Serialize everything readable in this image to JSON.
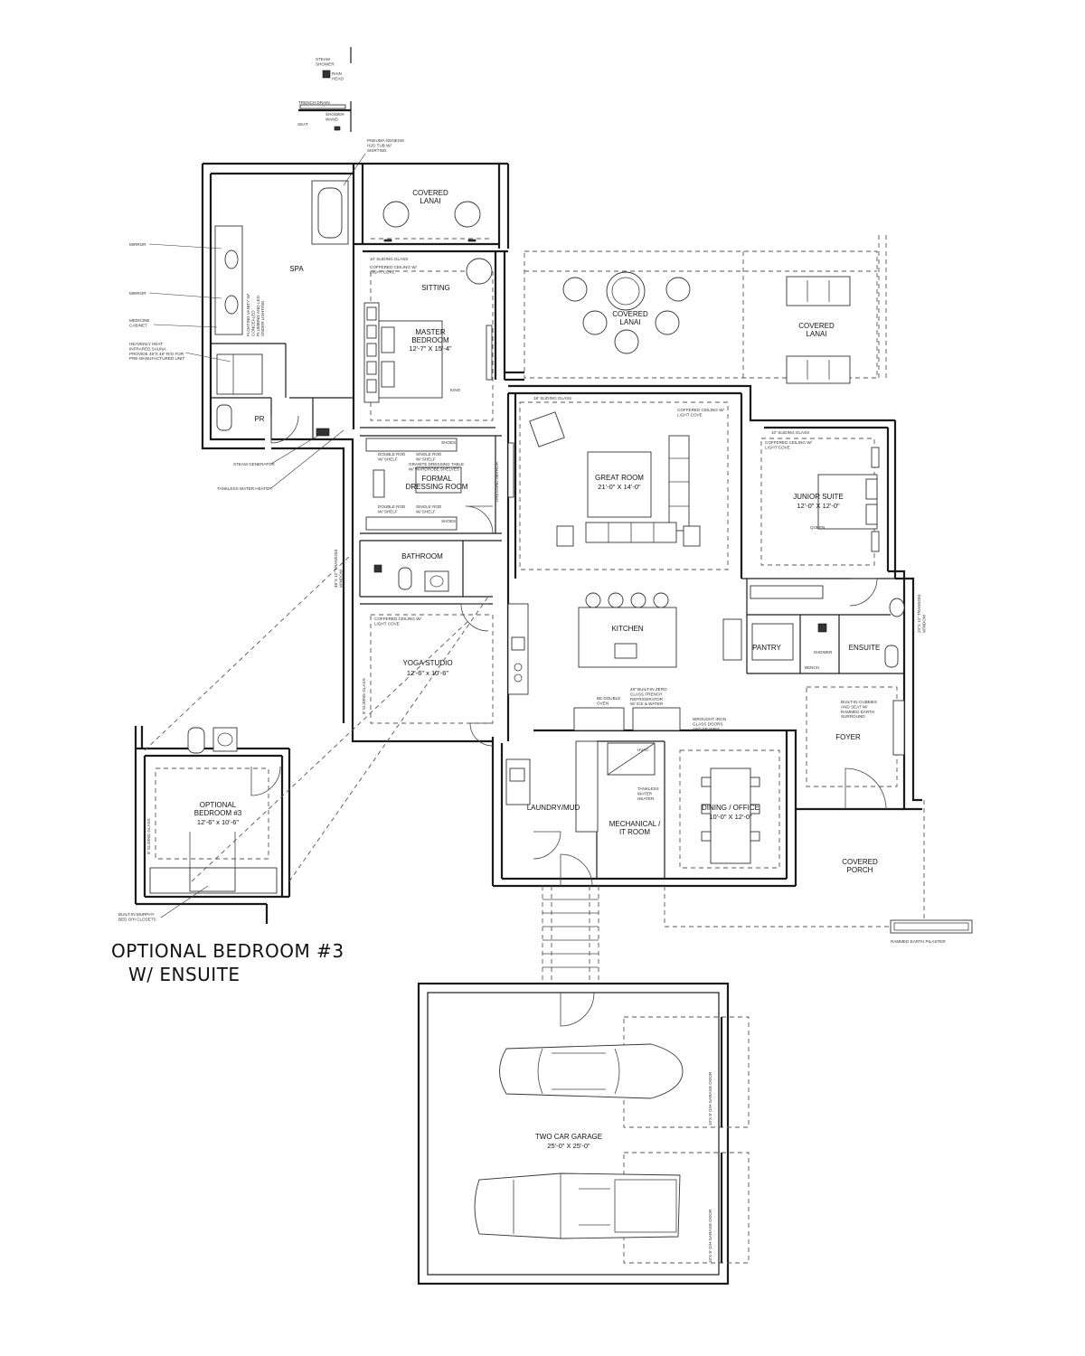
{
  "rooms": {
    "steam_shower": "STEAM\nSHOWER",
    "spa": "SPA",
    "pr": "PR",
    "covered_lanai_top": "COVERED\nLANAI",
    "sitting": "SITTING",
    "master_bedroom": "MASTER\nBEDROOM",
    "master_bedroom_dim": "12'-7\" X 15'-4\"",
    "covered_lanai_center": "COVERED\nLANAI",
    "covered_lanai_right": "COVERED\nLANAI",
    "great_room": "GREAT ROOM",
    "great_room_dim": "21'-0\" X 14'-0\"",
    "formal_dressing_room": "FORMAL\nDRESSING ROOM",
    "junior_suite": "JUNIOR SUITE",
    "junior_suite_dim": "12'-0\" X 12'-0\"",
    "bathroom": "BATHROOM",
    "kitchen": "KITCHEN",
    "pantry": "PANTRY",
    "ensuite": "ENSUITE",
    "yoga_studio": "YOGA  STUDIO",
    "yoga_studio_dim": "12'-6\" x 10'-6\"",
    "foyer": "FOYER",
    "optional_bedroom": "OPTIONAL\nBEDROOM #3",
    "optional_bedroom_dim": "12'-6\" x 10'-6\"",
    "laundry_mud": "LAUNDRY/MUD",
    "mechanical": "MECHANICAL /\nIT ROOM",
    "dining_office": "DINING / OFFICE",
    "dining_office_dim": "10'-0\" X 12'-0\"",
    "covered_porch": "COVERED\nPORCH",
    "garage": "TWO CAR GARAGE",
    "garage_dim": "25'-0\" X 25'-0\""
  },
  "notes": {
    "rain_head": "RAIN\nHEAD",
    "trench_drain": "TRENCH DRAIN",
    "shower_wand": "SHOWER\nWAND",
    "seat": "SEAT",
    "tub": "PNEUMA GENESIS\nH2O TUB W/\nSKIRTING",
    "mirror_1": "MIRROR",
    "mirror_2": "MIRROR",
    "medicine_cabinet": "MEDICINE\nCABINET",
    "sauna": "HEAVENLY HEAT\nINFRARED SAUNA\nPROVIDE 49\"X 49\" R/O FOR\nPRE-MANUFACTURED UNIT",
    "vanity": "FLOATING VANITY W/\nCONCEALED\nPLUMBING AND LED\nUNDER LIGHTING",
    "steam_generator": "STEAM GENERATOR",
    "tankless_water_heater": "TANKLESS WATER HEATER",
    "sliding_glass_top": "10' SLIDING GLASS",
    "coffered_master": "COFFERED CEILING W/\nLIGHT COVE",
    "sliding_glass_great": "18' SLIDING GLASS",
    "coffered_great": "COFFERED CEILING W/\nLIGHT COVE",
    "sliding_glass_junior": "10' SLIDING GLASS",
    "coffered_junior": "COFFERED CEILING W/\nLIGHT COVE",
    "queen": "QUEEN",
    "king": "KING",
    "shoes_1": "SHOES",
    "shoes_2": "SHOES",
    "double_rod_1": "DOUBLE ROD\nW/ SHELF",
    "single_rod_1": "SINGLE ROD\nW/ SHELF",
    "granite_table": "GRANITE DRESSING TABLE\nW/ WARDROBE SHELVES",
    "double_rod_2": "DOUBLE ROD\nW/ SHELF",
    "single_rod_2": "SINGLE ROD\nW/ SHELF",
    "dressing_mirror": "DRESSING MIRROR",
    "transom_left": "48\"X 12\" TRANSOM\nWINDOW",
    "transom_right": "24\"X 12\" TRANSOM\nWINDOW",
    "coffered_yoga": "COFFERED CEILING W/\nLIGHT COVE",
    "sliding_glass_yoga": "8' SLIDING GLASS",
    "sliding_glass_opt": "8' SLIDING GLASS",
    "shower": "SHOWER",
    "bench": "BENCH",
    "built_in_cubbies": "BUILT-IN CUBBIES\nAND SEAT W/\nRAMMED EARTH\nSURROUND",
    "wrought_iron": "WROUGHT IRON\nGLASS DOORS\nAND FRAMES",
    "fridge": "48\" BUILT-IN ZERO\nCLASS FRENCH\nREFRIGERATOR\nW/ ICE & WATER",
    "double_oven": "BE DOUBLE\nOVEN",
    "hvac": "HVAC",
    "tankless_mech": "TANKLESS\nWATER\nHEATER",
    "murphy_bed": "BUILT-IN MURPHY\nBED O/H CLOSETS",
    "rammed_earth": "RAMMED EARTH PILASTER",
    "garage_door_1": "10'X 8' O/H GARAGE DOOR",
    "garage_door_2": "10'X 8' O/H GARAGE DOOR"
  },
  "caption": {
    "line1": "OPTIONAL BEDROOM #3",
    "line2": "W/ ENSUITE"
  }
}
